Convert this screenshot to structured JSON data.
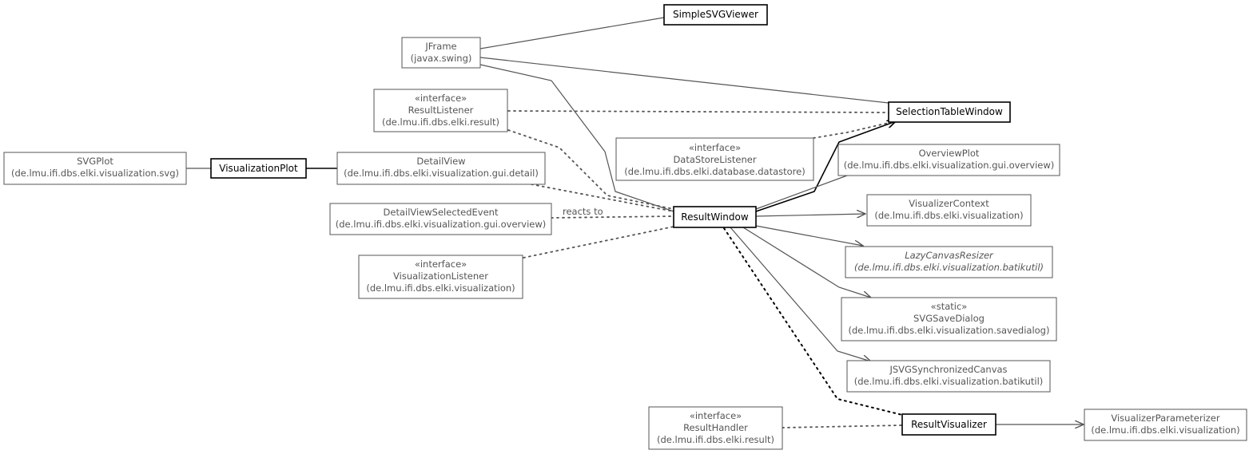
{
  "nodes": {
    "simple_svg_viewer": {
      "lines": [
        "SimpleSVGViewer"
      ]
    },
    "jframe": {
      "lines": [
        "JFrame",
        "(javax.swing)"
      ]
    },
    "result_listener": {
      "lines": [
        "«interface»",
        "ResultListener",
        "(de.lmu.ifi.dbs.elki.result)"
      ]
    },
    "selection_table_window": {
      "lines": [
        "SelectionTableWindow"
      ]
    },
    "data_store_listener": {
      "lines": [
        "«interface»",
        "DataStoreListener",
        "(de.lmu.ifi.dbs.elki.database.datastore)"
      ]
    },
    "svg_plot": {
      "lines": [
        "SVGPlot",
        "(de.lmu.ifi.dbs.elki.visualization.svg)"
      ]
    },
    "visualization_plot": {
      "lines": [
        "VisualizationPlot"
      ]
    },
    "detail_view": {
      "lines": [
        "DetailView",
        "(de.lmu.ifi.dbs.elki.visualization.gui.detail)"
      ]
    },
    "overview_plot": {
      "lines": [
        "OverviewPlot",
        "(de.lmu.ifi.dbs.elki.visualization.gui.overview)"
      ]
    },
    "detail_view_selected_event": {
      "lines": [
        "DetailViewSelectedEvent",
        "(de.lmu.ifi.dbs.elki.visualization.gui.overview)"
      ]
    },
    "result_window": {
      "lines": [
        "ResultWindow"
      ]
    },
    "visualizer_context": {
      "lines": [
        "VisualizerContext",
        "(de.lmu.ifi.dbs.elki.visualization)"
      ]
    },
    "lazy_canvas_resizer": {
      "lines": [
        "LazyCanvasResizer",
        "(de.lmu.ifi.dbs.elki.visualization.batikutil)"
      ]
    },
    "visualization_listener": {
      "lines": [
        "«interface»",
        "VisualizationListener",
        "(de.lmu.ifi.dbs.elki.visualization)"
      ]
    },
    "svg_save_dialog": {
      "lines": [
        "«static»",
        "SVGSaveDialog",
        "(de.lmu.ifi.dbs.elki.visualization.savedialog)"
      ]
    },
    "jsvg_synchronized_canvas": {
      "lines": [
        "JSVGSynchronizedCanvas",
        "(de.lmu.ifi.dbs.elki.visualization.batikutil)"
      ]
    },
    "result_handler": {
      "lines": [
        "«interface»",
        "ResultHandler",
        "(de.lmu.ifi.dbs.elki.result)"
      ]
    },
    "result_visualizer": {
      "lines": [
        "ResultVisualizer"
      ]
    },
    "visualizer_parameterizer": {
      "lines": [
        "VisualizerParameterizer",
        "(de.lmu.ifi.dbs.elki.visualization)"
      ]
    }
  },
  "edge_labels": {
    "reacts_to": "reacts to"
  }
}
